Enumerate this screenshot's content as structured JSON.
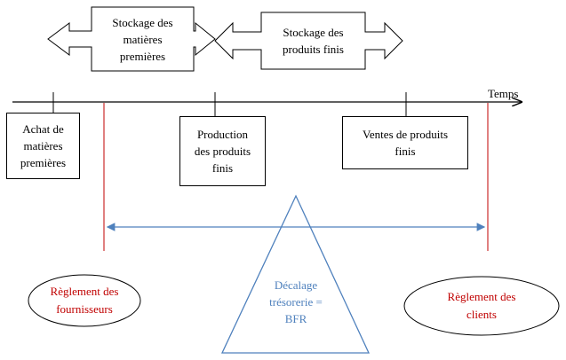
{
  "diagram": {
    "timeline_label": "Temps",
    "stock_raw_label": "Stockage des\nmatières\npremières",
    "stock_finished_label": "Stockage des\nproduits finis",
    "events": {
      "purchase": "Achat de\nmatières\npremières",
      "production": "Production\ndes produits\nfinis",
      "sales": "Ventes de produits\nfinis"
    },
    "supplier_payment": "Règlement des\nfournisseurs",
    "customer_payment": "Règlement des\nclients",
    "gap_label": "Décalage\ntrésorerie  =\nBFR"
  },
  "colors": {
    "red_lines": "#c00000",
    "blue": "#4f81bd"
  }
}
